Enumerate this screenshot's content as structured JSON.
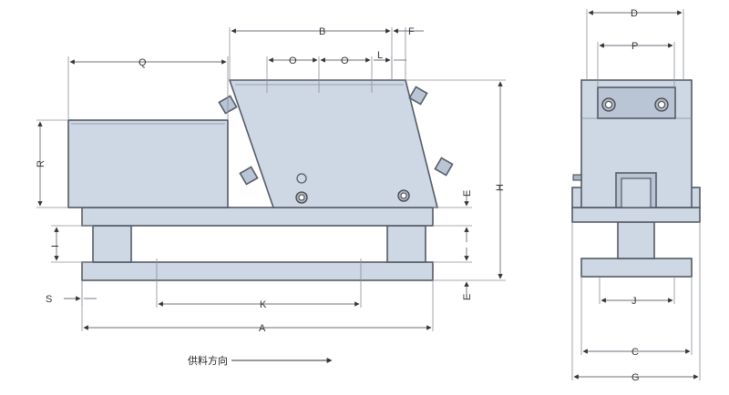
{
  "dimensions": {
    "A": "A",
    "B": "B",
    "C": "C",
    "D": "D",
    "E_top": "E",
    "E_bottom": "E",
    "F": "F",
    "G": "G",
    "H": "H",
    "I": "I",
    "J": "J",
    "K": "K",
    "L": "L",
    "O_left": "O",
    "O_right": "O",
    "P": "P",
    "Q": "Q",
    "R": "R",
    "S": "S"
  },
  "feed_direction": "供料方向",
  "colors": {
    "body": "#ced7e4",
    "outline": "#555b66",
    "dimension": "#6a6f78"
  }
}
